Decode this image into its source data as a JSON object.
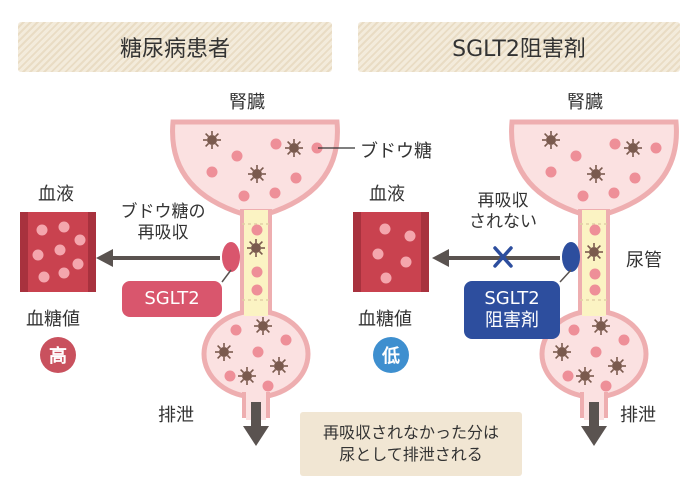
{
  "headers": {
    "left": "糖尿病患者",
    "right": "SGLT2阻害剤"
  },
  "left_panel": {
    "kidney_label": "腎臓",
    "glucose_label": "ブドウ糖",
    "blood_label": "血液",
    "reabsorb_label_line1": "ブドウ糖の",
    "reabsorb_label_line2": "再吸収",
    "transporter_label": "SGLT2",
    "blood_sugar_label": "血糖値",
    "blood_sugar_level": "高",
    "excretion_label": "排泄"
  },
  "right_panel": {
    "kidney_label": "腎臓",
    "blood_label": "血液",
    "no_reabsorb_line1": "再吸収",
    "no_reabsorb_line2": "されない",
    "tubule_label": "尿管",
    "inhibitor_line1": "SGLT2",
    "inhibitor_line2": "阻害剤",
    "blood_sugar_label": "血糖値",
    "blood_sugar_level": "低",
    "excretion_label": "排泄"
  },
  "note": {
    "line1": "再吸収されなかった分は",
    "line2": "尿として排泄される"
  },
  "colors": {
    "high": "#c9515e",
    "low": "#3e8fcf",
    "sglt2": "#d9566d",
    "inhibitor": "#2d4e9e",
    "kidney_fill": "#fbe1e1",
    "kidney_stroke": "#eeaeb0",
    "tubule_fill": "#fbf3c3",
    "blood": "#c9424f",
    "arrow": "#5a5350"
  }
}
